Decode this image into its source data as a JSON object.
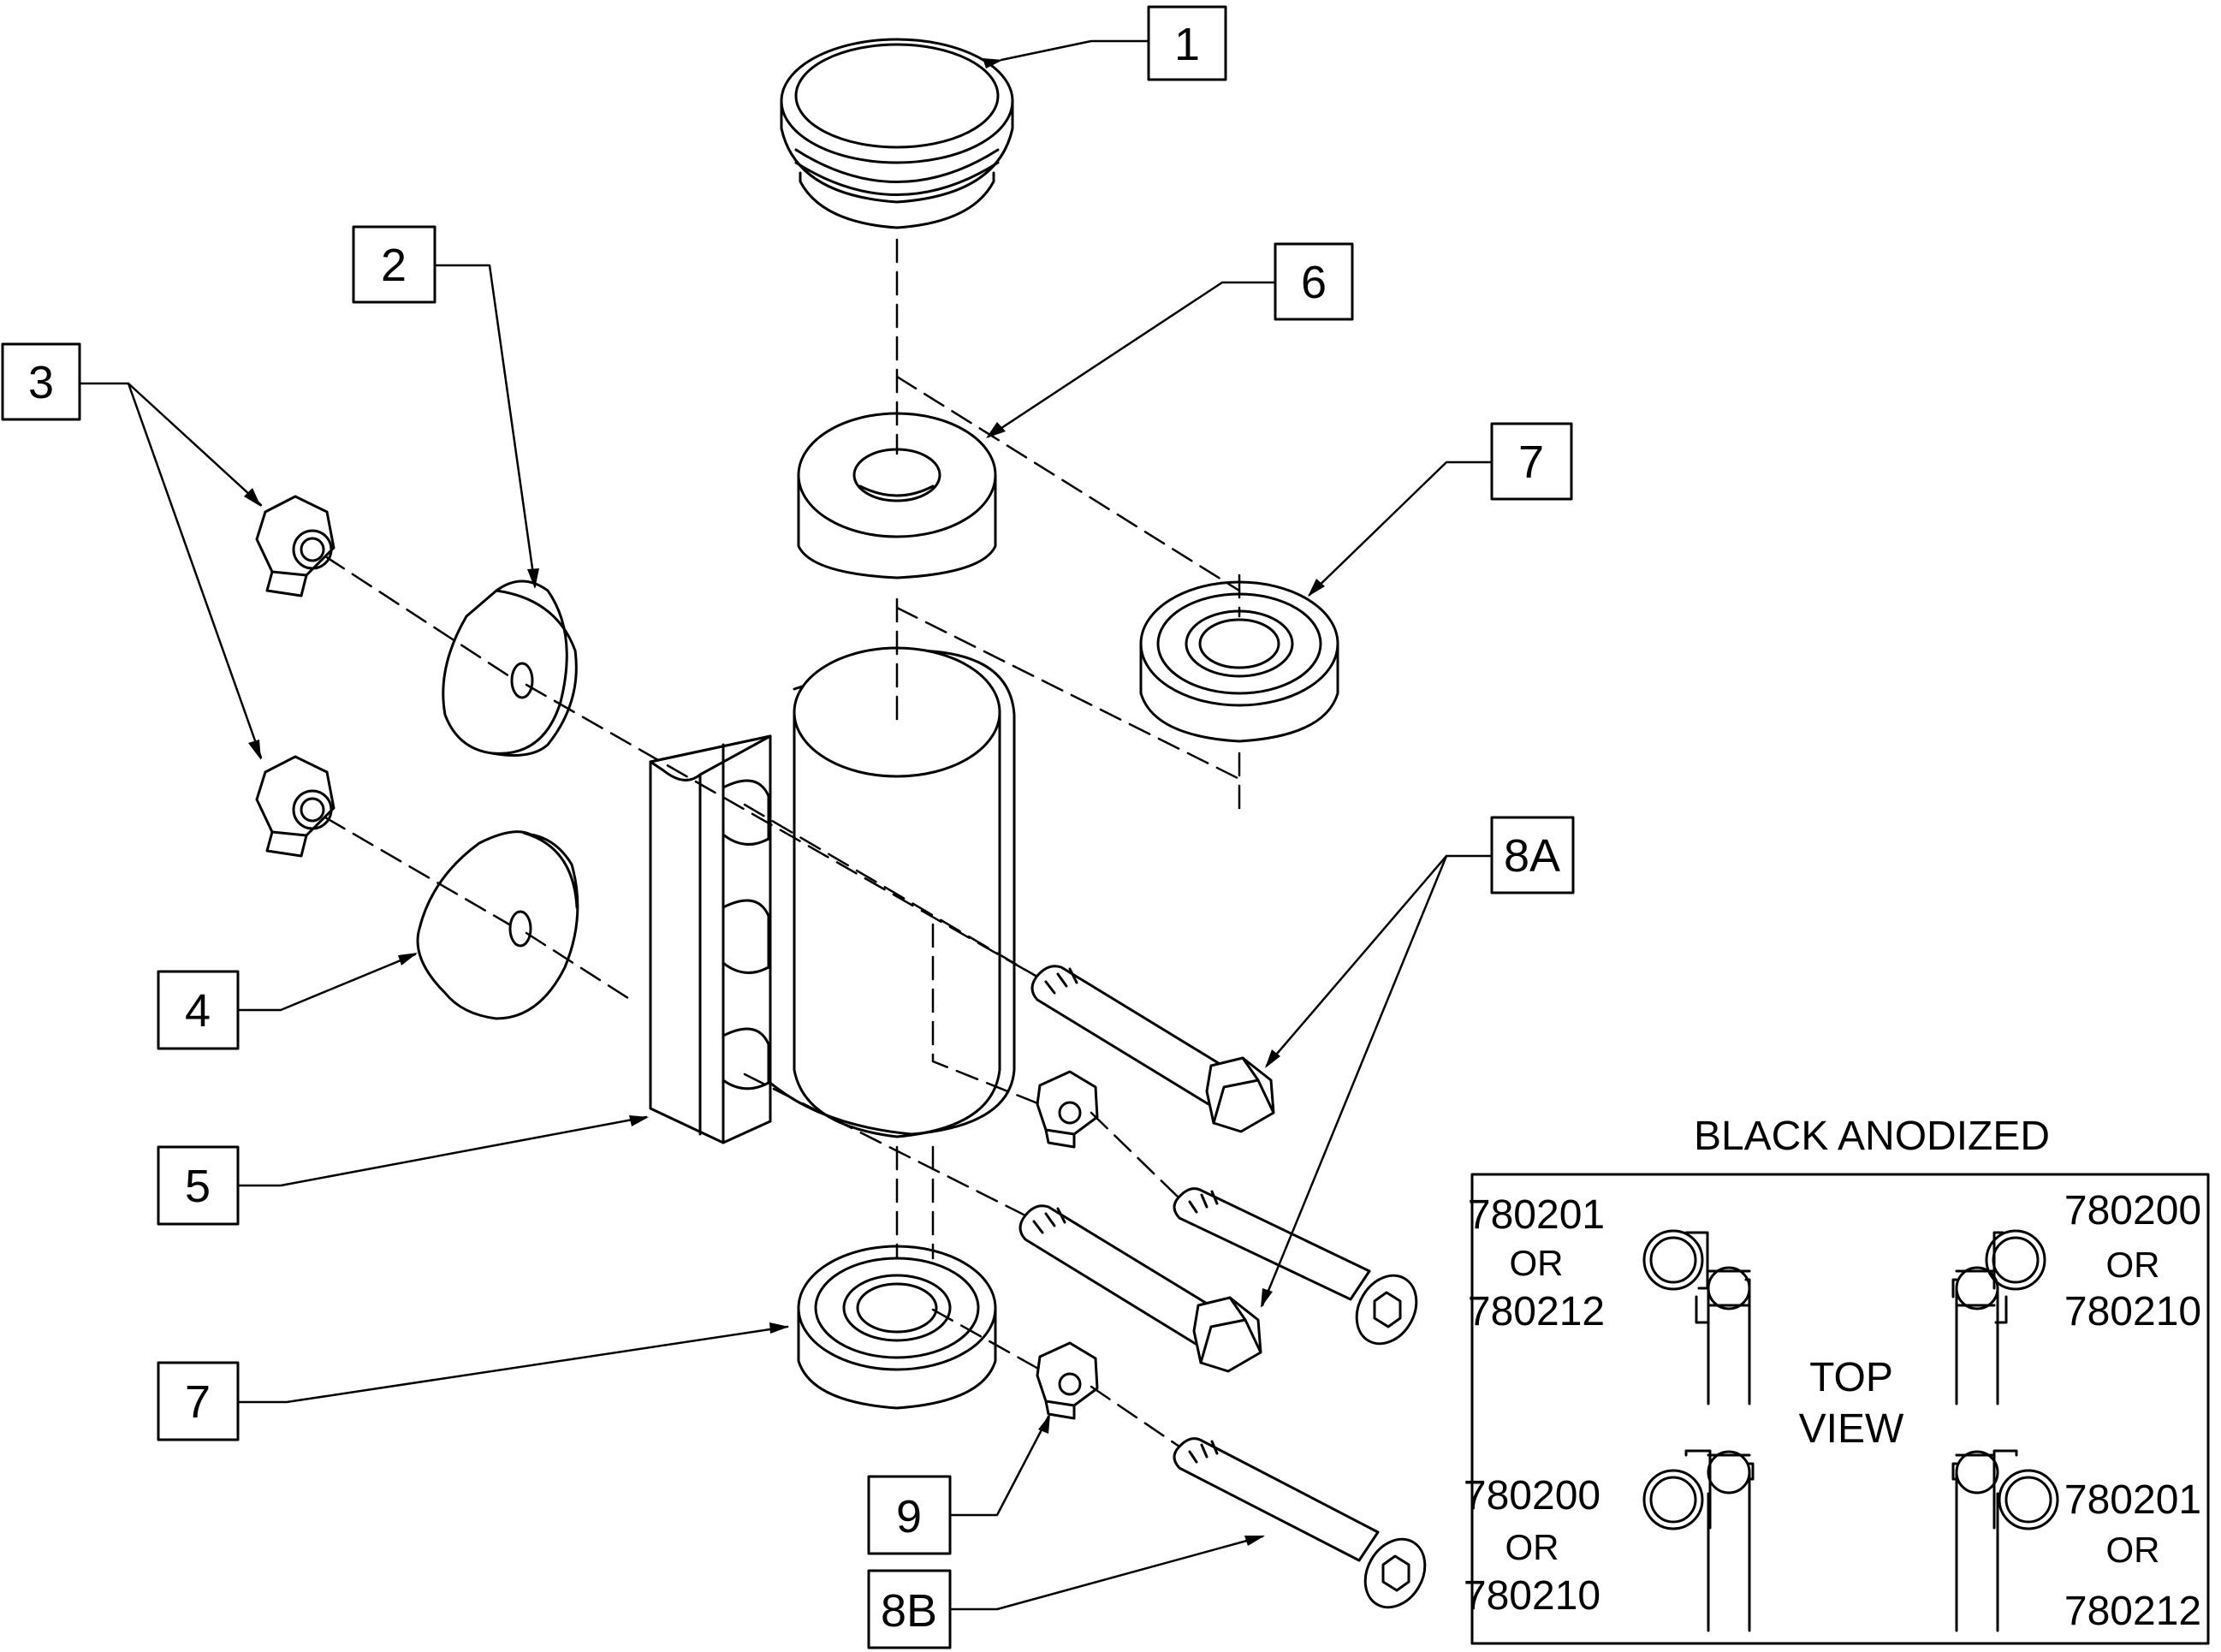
{
  "callouts": [
    {
      "id": "c1",
      "text": "1"
    },
    {
      "id": "c2",
      "text": "2"
    },
    {
      "id": "c3",
      "text": "3"
    },
    {
      "id": "c4",
      "text": "4"
    },
    {
      "id": "c5",
      "text": "5"
    },
    {
      "id": "c6",
      "text": "6"
    },
    {
      "id": "c7a",
      "text": "7"
    },
    {
      "id": "c7b",
      "text": "7"
    },
    {
      "id": "c8a",
      "text": "8A"
    },
    {
      "id": "c8b",
      "text": "8B"
    },
    {
      "id": "c9",
      "text": "9"
    }
  ],
  "inset": {
    "title": "BLACK ANODIZED",
    "center_line1": "TOP",
    "center_line2": "VIEW",
    "or": "OR",
    "top_left": [
      "780201",
      "780212"
    ],
    "top_right": [
      "780200",
      "780210"
    ],
    "bottom_left": [
      "780200",
      "780210"
    ],
    "bottom_right": [
      "780201",
      "780212"
    ]
  },
  "colors": {
    "line": "#000000",
    "background": "#ffffff"
  }
}
